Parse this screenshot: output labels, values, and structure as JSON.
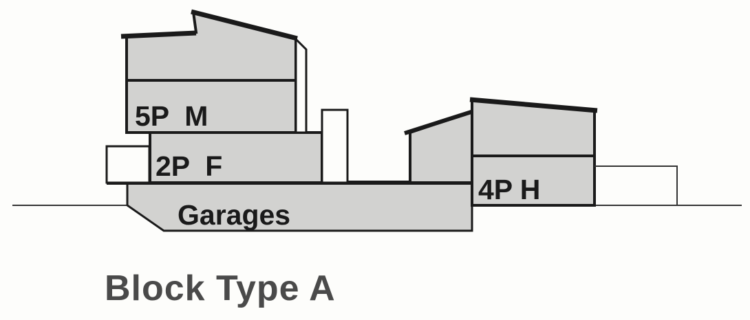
{
  "diagram": {
    "title": "Block Type A",
    "labels": {
      "upper_unit": "5P  M",
      "middle_unit": "2P  F",
      "right_unit": "4P H",
      "garages": "Garages"
    },
    "colors": {
      "fill": "#d2d2d0",
      "outline": "#1a1a1a",
      "background": "#fdfdfb",
      "title": "#4a4a4a"
    }
  }
}
